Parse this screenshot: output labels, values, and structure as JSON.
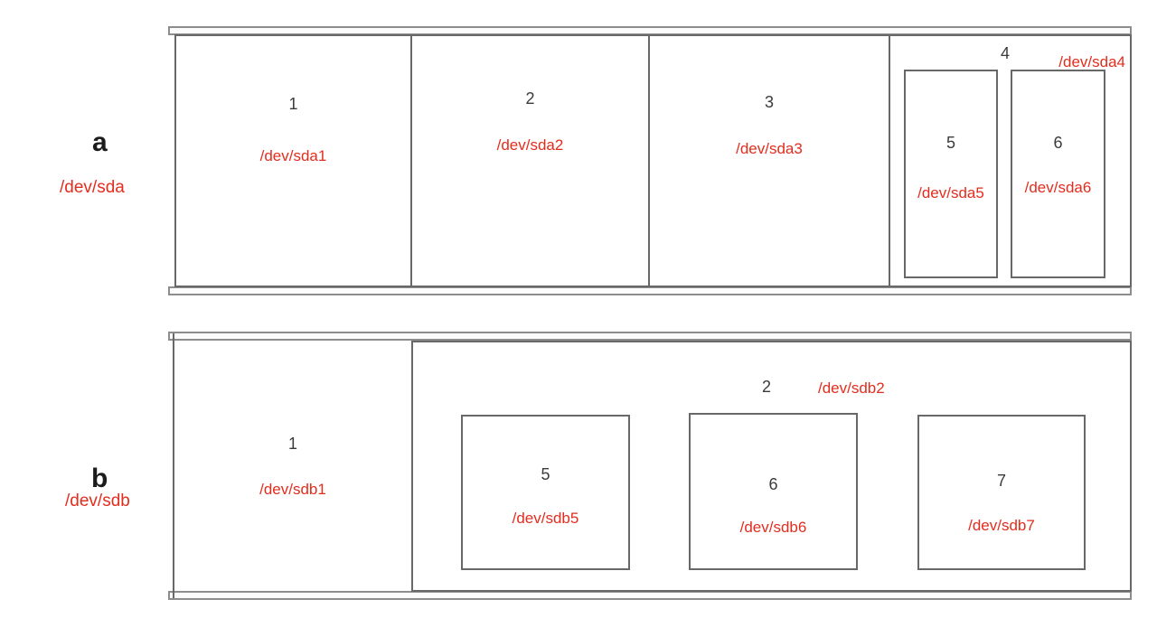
{
  "colors": {
    "device_text": "#e32d1e",
    "number_text": "#3b3b3b",
    "line": "#686868"
  },
  "disk_a": {
    "label": "a",
    "device": "/dev/sda",
    "partitions": [
      {
        "num": "1",
        "device": "/dev/sda1"
      },
      {
        "num": "2",
        "device": "/dev/sda2"
      },
      {
        "num": "3",
        "device": "/dev/sda3"
      }
    ],
    "extended": {
      "num": "4",
      "device": "/dev/sda4",
      "logicals": [
        {
          "num": "5",
          "device": "/dev/sda5"
        },
        {
          "num": "6",
          "device": "/dev/sda6"
        }
      ]
    }
  },
  "disk_b": {
    "label": "b",
    "device": "/dev/sdb",
    "partitions": [
      {
        "num": "1",
        "device": "/dev/sdb1"
      }
    ],
    "extended": {
      "num": "2",
      "device": "/dev/sdb2",
      "logicals": [
        {
          "num": "5",
          "device": "/dev/sdb5"
        },
        {
          "num": "6",
          "device": "/dev/sdb6"
        },
        {
          "num": "7",
          "device": "/dev/sdb7"
        }
      ]
    }
  }
}
